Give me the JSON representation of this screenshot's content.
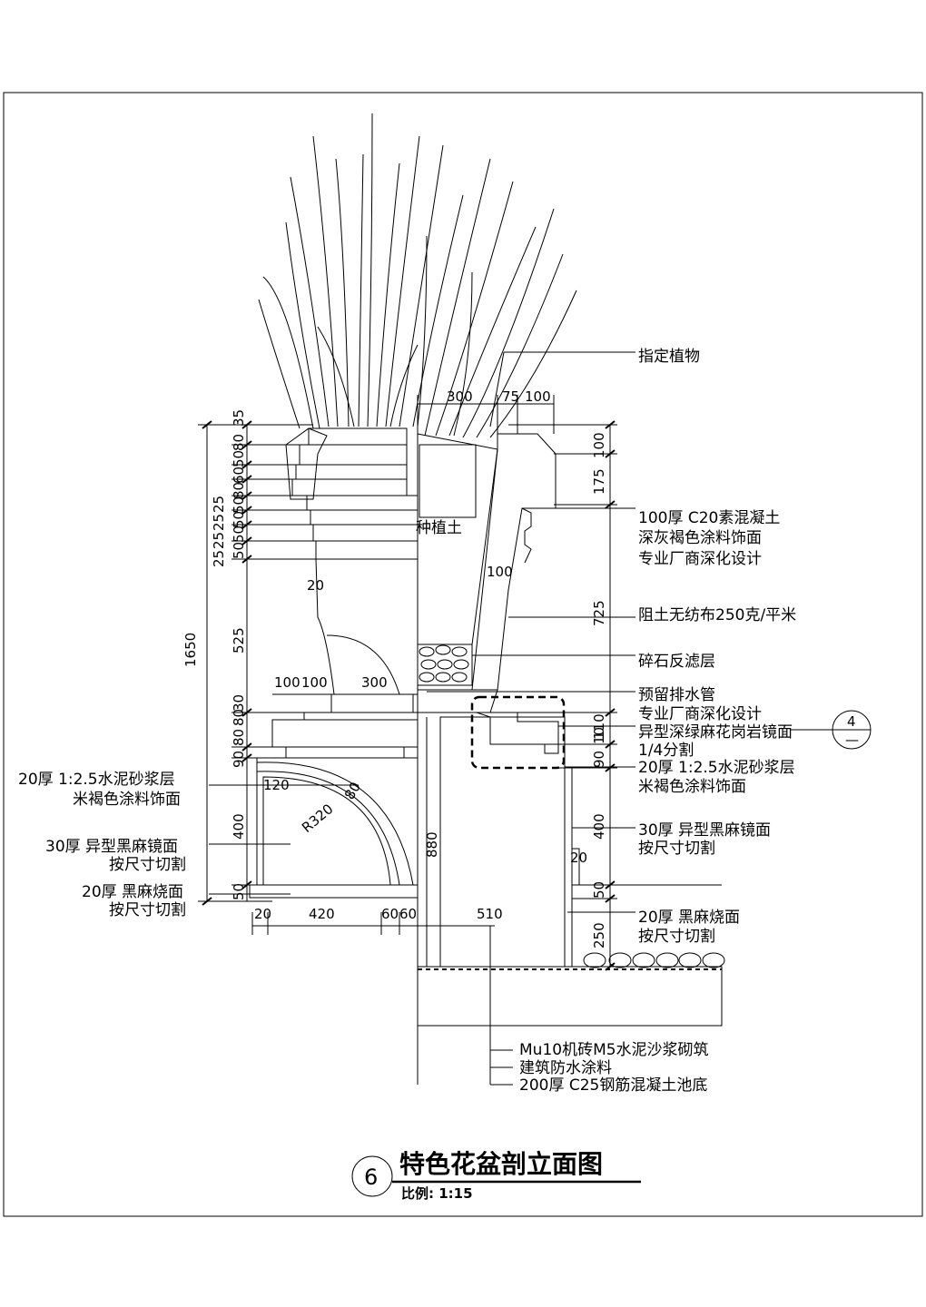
{
  "title": "特色花盆剖立面图",
  "detail_number": "6",
  "scale": "比例: 1:15",
  "section_mark": {
    "top": "4",
    "bottom": "—"
  },
  "planting_soil": "种植土",
  "callouts_right": [
    "指定植物",
    "100厚 C20素混凝土",
    "深灰褐色涂料饰面",
    "专业厂商深化设计",
    "阻土无纺布250克/平米",
    "碎石反滤层",
    "预留排水管",
    "专业厂商深化设计",
    "异型深绿麻花岗岩镜面",
    "1/4分割",
    "20厚 1:2.5水泥砂浆层",
    "米褐色涂料饰面",
    "30厚 异型黑麻镜面",
    "按尺寸切割",
    "20厚 黑麻烧面",
    "按尺寸切割"
  ],
  "callouts_left": [
    "20厚 1:2.5水泥砂浆层",
    "米褐色涂料饰面",
    "30厚 异型黑麻镜面",
    "按尺寸切割",
    "20厚 黑麻烧面",
    "按尺寸切割"
  ],
  "callouts_bottom": [
    "Mu10机砖M5水泥沙浆砌筑",
    "建筑防水涂料",
    "200厚 C25钢筋混凝土池底"
  ],
  "dims": {
    "top_300": "300",
    "top_75": "75",
    "top_100": "100",
    "v_1650": "1650",
    "v_525": "525",
    "v_25a": "25",
    "v_25b": "25",
    "v_25c": "25",
    "v_25d": "25",
    "v_35": "35",
    "v_80": "80",
    "v_50a": "50",
    "v_60": "60",
    "v_80b": "80",
    "v_50b": "50",
    "v_50c": "50",
    "v_50d": "50",
    "v_50e": "50",
    "r_100": "100",
    "r_175": "175",
    "r_725": "725",
    "r_110": "110",
    "r_90": "90",
    "r_10": "10",
    "r_400": "400",
    "r_50": "50",
    "r_250": "250",
    "l_80": "80",
    "l_30": "30",
    "l_90": "90",
    "l_80b": "80",
    "l_400": "400",
    "l_50": "50",
    "h_100a": "100",
    "h_100b": "100",
    "h_300": "300",
    "h_120": "120",
    "b_20": "20",
    "b_420": "420",
    "b_60a": "60",
    "b_60b": "60",
    "b_510": "510",
    "v_880": "880",
    "in_100": "100",
    "in_20": "20",
    "r_320": "R320",
    "r_80": "80",
    "in_20b": "20"
  }
}
